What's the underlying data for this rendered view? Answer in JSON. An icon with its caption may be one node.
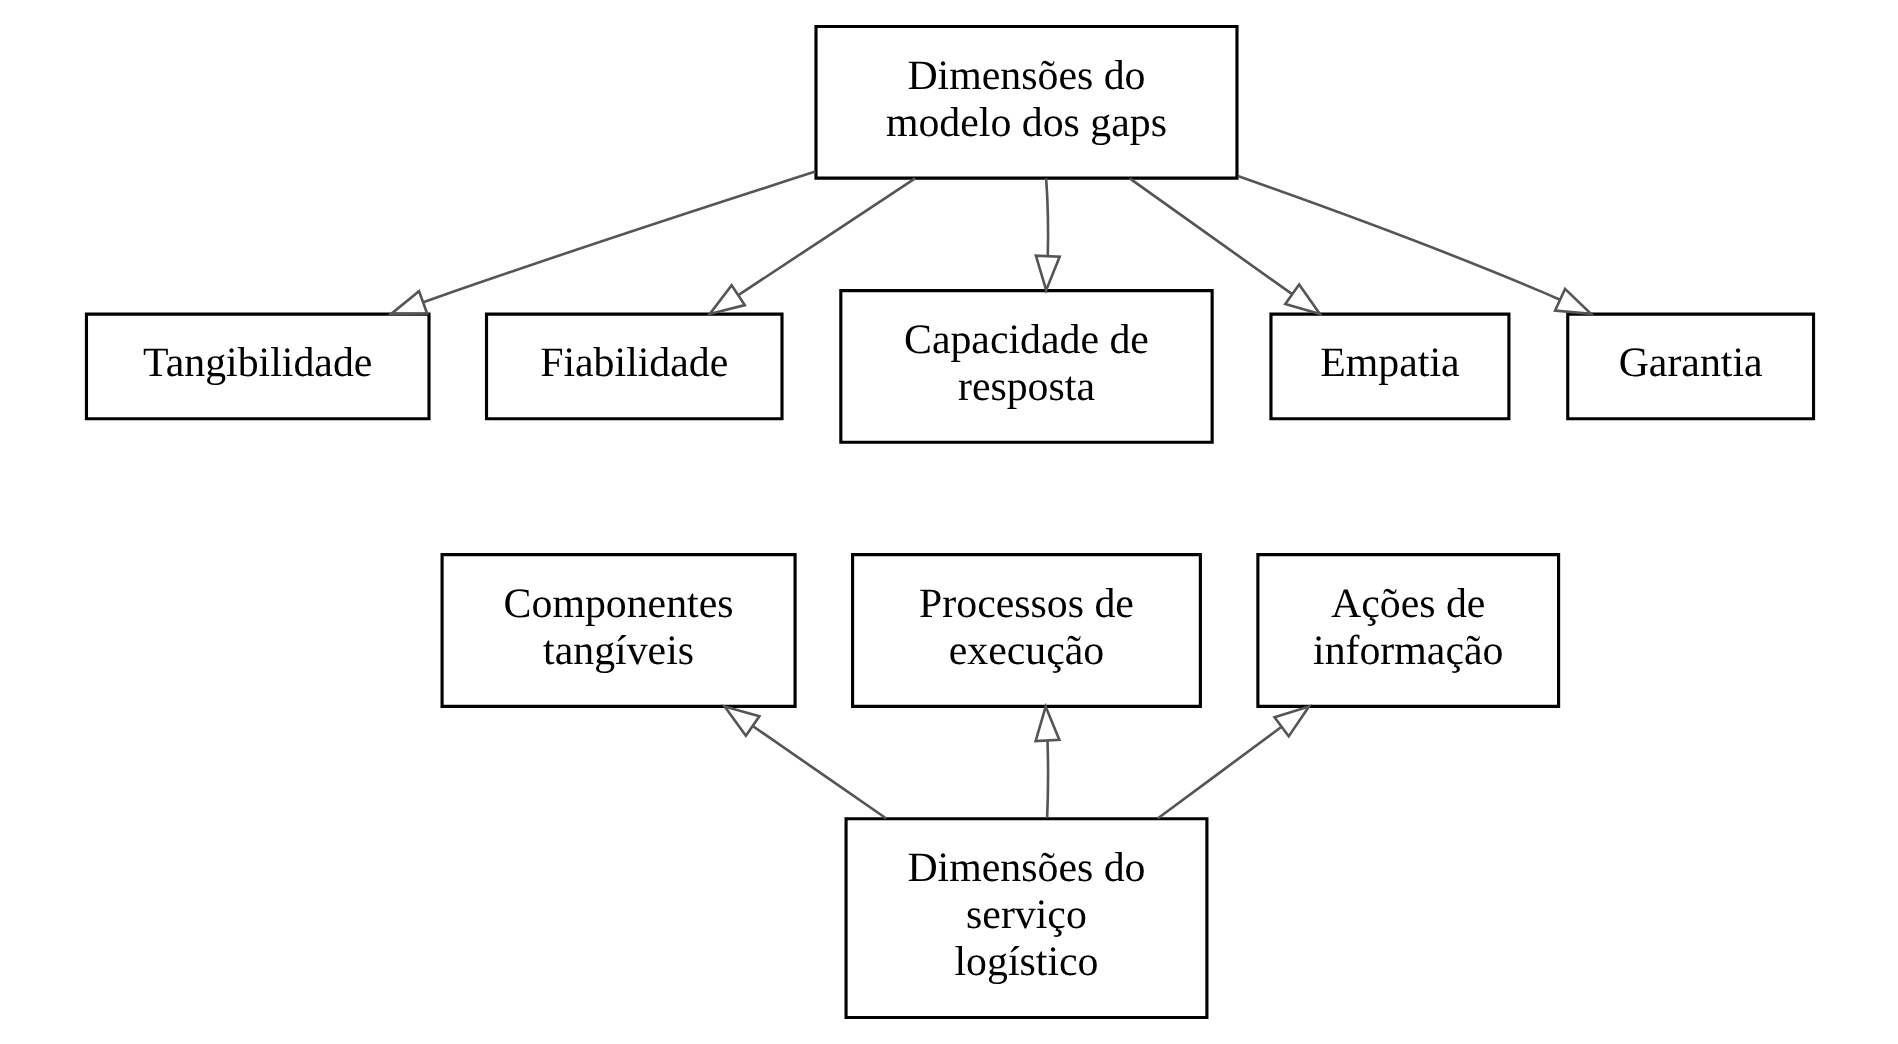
{
  "diagram": {
    "nodes": [
      {
        "text": [
          "Dimensões do modelo dos gaps"
        ]
      },
      {
        "text": [
          "Tangibilidade"
        ]
      },
      {
        "text": [
          "Fiabilidade"
        ]
      },
      {
        "text": [
          "Capacidade de resposta"
        ]
      },
      {
        "text": [
          "Empatia"
        ]
      },
      {
        "text": [
          "Garantia"
        ]
      },
      {
        "text": [
          "Componentes tangíveis"
        ]
      },
      {
        "text": [
          "Processos de execução"
        ]
      },
      {
        "text": [
          "Ações de informação"
        ]
      },
      {
        "text": [
          "Dimensões do serviço logístico"
        ]
      }
    ],
    "edges": [
      {
        "from": 0,
        "to": 1,
        "arrow": "to"
      },
      {
        "from": 0,
        "to": 2,
        "arrow": "to"
      },
      {
        "from": 0,
        "to": 3,
        "arrow": "to"
      },
      {
        "from": 0,
        "to": 4,
        "arrow": "to"
      },
      {
        "from": 0,
        "to": 5,
        "arrow": "to"
      },
      {
        "from": 9,
        "to": 6,
        "arrow": "to"
      },
      {
        "from": 9,
        "to": 7,
        "arrow": "to"
      },
      {
        "from": 9,
        "to": 8,
        "arrow": "to"
      }
    ]
  }
}
